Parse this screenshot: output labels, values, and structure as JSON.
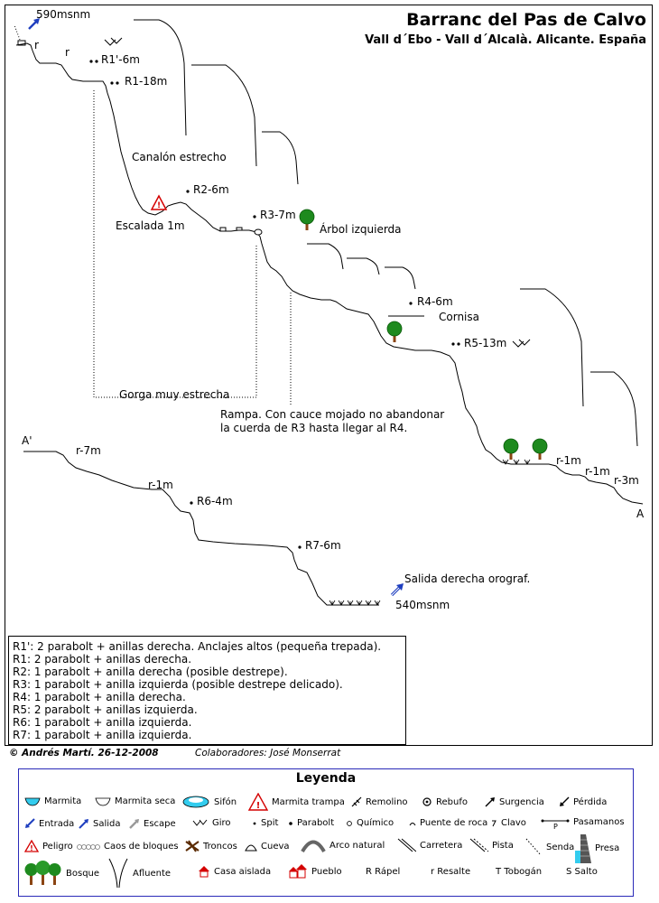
{
  "header": {
    "title": "Barranc del Pas de Calvo",
    "subtitle": "Vall d´Ebo - Vall d´Alcalà. Alicante. España"
  },
  "topo": {
    "altitude_top": "590msnm",
    "altitude_bottom": "540msnm",
    "labels": {
      "r_top1": "r",
      "r_top2": "r",
      "r1p": "R1'-6m",
      "r1": "R1-18m",
      "canalon": "Canalón estrecho",
      "r2": "R2-6m",
      "escalada": "Escalada 1m",
      "r3": "R3-7m",
      "arbol": "Árbol izquierda",
      "r4": "R4-6m",
      "cornisa": "Cornisa",
      "r5": "R5-13m",
      "gorga": "Gorga muy estrecha",
      "rampa1": "Rampa. Con cauce mojado no abandonar",
      "rampa2": "la cuerda de R3 hasta llegar al R4.",
      "r_1m_a": "r-1m",
      "r_1m_b": "r-1m",
      "r_3m": "r-3m",
      "point_a": "A",
      "point_a2": "A'",
      "r_7m": "r-7m",
      "r_1m_c": "r-1m",
      "r6": "R6-4m",
      "r7": "R7-6m",
      "salida": "Salida derecha orograf."
    }
  },
  "notes": [
    "R1': 2 parabolt + anillas derecha. Anclajes altos (pequeña trepada).",
    "R1: 2 parabolt + anillas derecha.",
    "R2: 1 parabolt + anilla derecha (posible destrepe).",
    "R3: 1 parabolt + anilla izquierda (posible destrepe delicado).",
    "R4: 1 parabolt + anilla derecha.",
    "R5: 2 parabolt + anillas izquierda.",
    "R6: 1 parabolt + anilla izquierda.",
    "R7: 1 parabolt + anilla izquierda."
  ],
  "credits": {
    "author": "© Andrés Martí. 26-12-2008",
    "collaborators": "Colaboradores: José Monserrat"
  },
  "legend": {
    "title": "Leyenda",
    "items": {
      "marmita": "Marmita",
      "marmita_seca": "Marmita seca",
      "sifon": "Sifón",
      "marmita_trampa": "Marmita trampa",
      "remolino": "Remolino",
      "rebufo": "Rebufo",
      "surgencia": "Surgencia",
      "perdida": "Pérdida",
      "entrada": "Entrada",
      "salida": "Salida",
      "escape": "Escape",
      "giro": "Giro",
      "spit": "Spit",
      "parabolt": "Parabolt",
      "quimico": "Químico",
      "puente_roca": "Puente de roca",
      "clavo": "Clavo",
      "pasamanos": "Pasamanos",
      "pasamanos_p": "P",
      "peligro": "Peligro",
      "caos": "Caos de bloques",
      "troncos": "Troncos",
      "cueva": "Cueva",
      "arco": "Arco natural",
      "carretera": "Carretera",
      "pista": "Pista",
      "senda": "Senda",
      "presa": "Presa",
      "bosque": "Bosque",
      "afluente": "Afluente",
      "casa": "Casa aislada",
      "pueblo": "Pueblo",
      "rapel": "R Rápel",
      "resalte": "r Resalte",
      "tobogan": "T Tobogán",
      "salto": "S Salto"
    }
  },
  "colors": {
    "frame": "#000000",
    "tree_crown": "#1e8a1e",
    "tree_trunk": "#8b4513",
    "arrow_blue": "#1f3fbf",
    "danger_red": "#d40000",
    "legend_border": "#2a2ab8",
    "water": "#33ccee"
  }
}
